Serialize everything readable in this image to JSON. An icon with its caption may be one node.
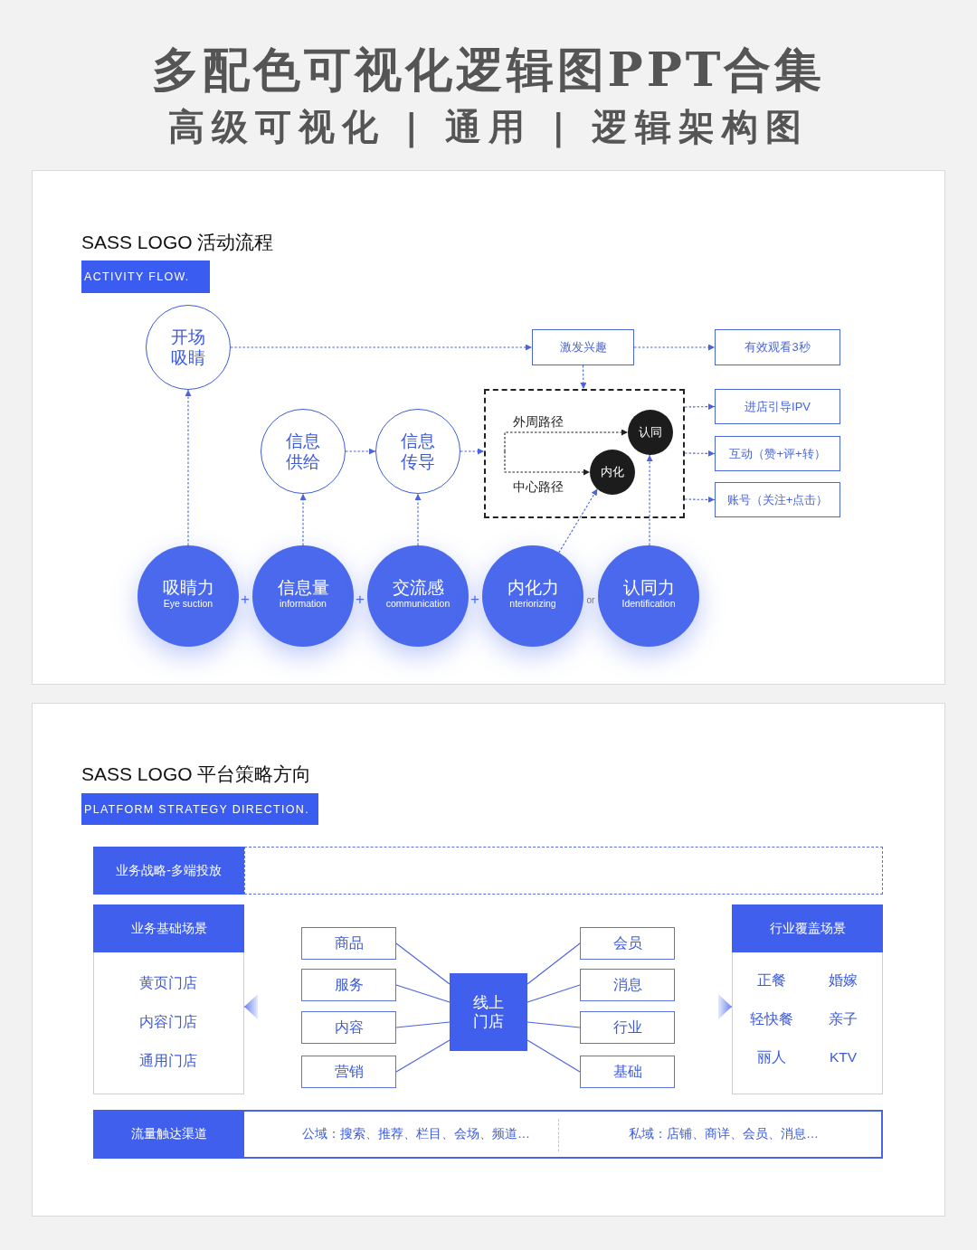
{
  "diagram": {
    "title": "多配色可视化逻辑图PPT合集",
    "nodes": [
      {
        "text": [
          "SASS LOGO 活动流程"
        ]
      },
      {
        "text": [
          "ACTIVITY FLOW."
        ],
        "in": 0
      },
      {
        "text": [
          "开场吸睛"
        ],
        "in": 0
      },
      {
        "text": [
          "激发兴趣"
        ],
        "in": 0
      },
      {
        "text": [
          "有效观看3秒"
        ],
        "in": 0
      },
      {
        "text": [
          "信息供给"
        ],
        "in": 0
      },
      {
        "text": [
          "信息传导"
        ],
        "in": 0
      },
      {
        "text": [],
        "shape": "box",
        "in": 0
      },
      {
        "text": [
          "认同"
        ],
        "in": 7
      },
      {
        "text": [
          "内化"
        ],
        "in": 7
      },
      {
        "text": [
          "进店引导IPV"
        ],
        "in": 0
      },
      {
        "text": [
          "互动（赞+评+转）"
        ],
        "in": 0
      },
      {
        "text": [
          "账号（关注+点击）"
        ],
        "in": 0
      },
      {
        "text": [
          "吸睛力",
          "Eye suction"
        ],
        "in": 0
      },
      {
        "text": [
          "信息量",
          "information"
        ],
        "in": 0
      },
      {
        "text": [
          "交流感",
          "communication"
        ],
        "in": 0
      },
      {
        "text": [
          "内化力",
          "nteriorizing"
        ],
        "in": 0
      },
      {
        "text": [
          "认同力",
          "Identification"
        ],
        "in": 0
      },
      {
        "text": [
          "SASS LOGO 平台策略方向"
        ]
      },
      {
        "text": [
          "PLATFORM STRATEGY DIRECTION."
        ],
        "in": 18
      },
      {
        "text": [
          "业务战略-多端投放"
        ],
        "in": 18
      },
      {
        "text": [],
        "shape": "box",
        "in": 18
      },
      {
        "text": [
          "业务基础场景",
          "黄页门店",
          "内容门店",
          "通用门店"
        ],
        "in": 18
      },
      {
        "text": [
          "商品"
        ],
        "in": 18
      },
      {
        "text": [
          "服务"
        ],
        "in": 18
      },
      {
        "text": [
          "内容"
        ],
        "in": 18
      },
      {
        "text": [
          "营销"
        ],
        "in": 18
      },
      {
        "text": [
          "线上门店"
        ],
        "in": 18
      },
      {
        "text": [
          "会员"
        ],
        "in": 18
      },
      {
        "text": [
          "消息"
        ],
        "in": 18
      },
      {
        "text": [
          "行业"
        ],
        "in": 18
      },
      {
        "text": [
          "基础"
        ],
        "in": 18
      },
      {
        "text": [
          "行业覆盖场景",
          "正餐",
          "婚嫁",
          "轻快餐",
          "亲子",
          "丽人",
          "KTV"
        ],
        "in": 18
      },
      {
        "text": [
          "流量触达渠道",
          "公域：搜索、推荐、栏目、会场、频道…",
          "私域：店铺、商详、会员、消息…"
        ],
        "in": 18
      }
    ],
    "edges": [
      {
        "from": 13,
        "to": 2,
        "arrow": "to",
        "style": "dashed"
      },
      {
        "from": 2,
        "to": 3,
        "arrow": "to",
        "style": "dashed"
      },
      {
        "from": 3,
        "to": 4,
        "arrow": "to",
        "style": "dashed"
      },
      {
        "from": 3,
        "to": 7,
        "arrow": "to",
        "style": "dashed"
      },
      {
        "from": 14,
        "to": 5,
        "arrow": "to",
        "style": "dashed"
      },
      {
        "from": 15,
        "to": 6,
        "arrow": "to",
        "style": "dashed"
      },
      {
        "from": 5,
        "to": 6,
        "arrow": "to",
        "style": "dashed"
      },
      {
        "from": 6,
        "to": 7,
        "arrow": "to",
        "style": "dashed"
      },
      {
        "from": null,
        "to": 8,
        "arrow": "to",
        "label": "外周路径",
        "style": "dashed",
        "color": "#222222"
      },
      {
        "from": null,
        "to": 9,
        "arrow": "to",
        "label": "中心路径",
        "style": "dashed",
        "color": "#222222"
      },
      {
        "from": 16,
        "to": 9,
        "arrow": "to",
        "style": "dashed"
      },
      {
        "from": 17,
        "to": 8,
        "arrow": "to",
        "style": "dashed"
      },
      {
        "from": 7,
        "to": 10,
        "arrow": "to",
        "style": "dashed"
      },
      {
        "from": 7,
        "to": 11,
        "arrow": "to",
        "style": "dashed"
      },
      {
        "from": 7,
        "to": 12,
        "arrow": "to",
        "style": "dashed"
      },
      {
        "from": 27,
        "to": 23,
        "arrow": "none"
      },
      {
        "from": 27,
        "to": 24,
        "arrow": "none"
      },
      {
        "from": 27,
        "to": 25,
        "arrow": "none"
      },
      {
        "from": 27,
        "to": 26,
        "arrow": "none"
      },
      {
        "from": 27,
        "to": 28,
        "arrow": "none"
      },
      {
        "from": 27,
        "to": 29,
        "arrow": "none"
      },
      {
        "from": 27,
        "to": 30,
        "arrow": "none"
      },
      {
        "from": 27,
        "to": 31,
        "arrow": "none"
      },
      {
        "from": null,
        "to": 22,
        "arrow": "to",
        "color": "#6a83ee"
      },
      {
        "from": null,
        "to": 32,
        "arrow": "to",
        "color": "#6a83ee"
      }
    ],
    "labels": [
      "高级可视化 | 通用 | 逻辑架构图",
      "+",
      "+",
      "+",
      "or"
    ]
  }
}
